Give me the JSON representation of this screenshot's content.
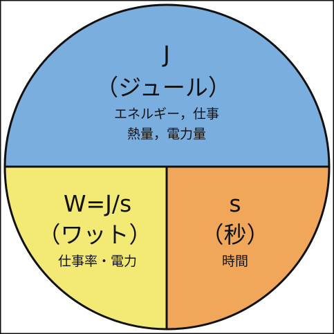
{
  "colors": {
    "top": "#7aaedf",
    "bottom_left": "#f2ea74",
    "bottom_right": "#f1a75a",
    "outline": "#111111",
    "background": "#ffffff"
  },
  "top": {
    "symbol": "J",
    "name": "（ジュール）",
    "desc_line1": "エネルギー，仕事",
    "desc_line2": "熱量，電力量"
  },
  "bottom_left": {
    "symbol": "W=J/s",
    "name": "（ワット）",
    "desc": "仕事率・電力"
  },
  "bottom_right": {
    "symbol": "s",
    "name": "（秒）",
    "desc": "時間"
  }
}
